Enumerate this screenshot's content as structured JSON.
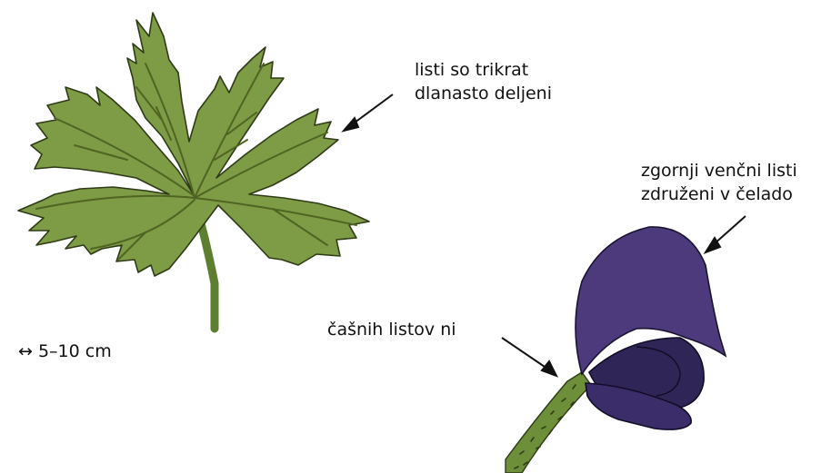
{
  "labels": {
    "leaves": [
      "listi so trikrat",
      "dlanasto deljeni"
    ],
    "upper_petals": [
      "zgornji venčni listi",
      "združeni v čelado"
    ],
    "sepals": "čašnih listov ni",
    "scale": "↔ 5–10 cm"
  },
  "colors": {
    "leaf_fill": "#7e9b46",
    "leaf_outline": "#2f3a16",
    "stem": "#5e7f2f",
    "flower_helmet": "#4d3a7c",
    "flower_inner": "#2f2657",
    "flower_lower": "#3a2d6a",
    "pedicel": "#6e8f3a",
    "arrow": "#111111"
  }
}
